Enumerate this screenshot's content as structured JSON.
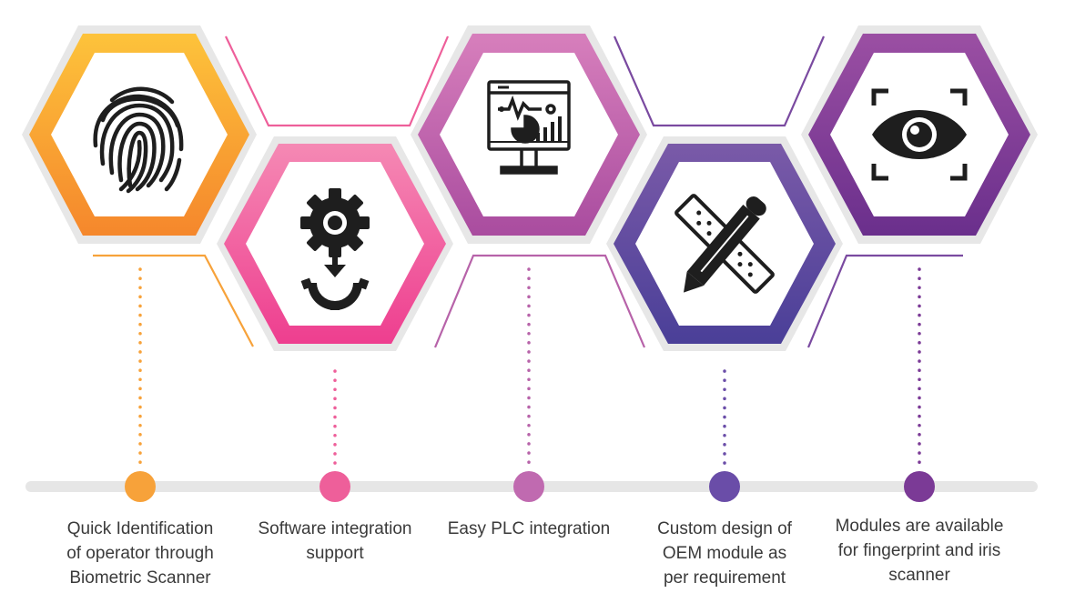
{
  "steps": [
    {
      "caption": "Quick Identification\nof operator through\nBiometric Scanner",
      "icon": "fingerprint-icon",
      "color_from": "#fdc33b",
      "color_to": "#f5872c",
      "dot": "#f7a23a"
    },
    {
      "caption": "Software integration\nsupport",
      "icon": "gear-icon",
      "color_from": "#f589b4",
      "color_to": "#ee3e8f",
      "dot": "#ee5f9a"
    },
    {
      "caption": "Easy PLC integration",
      "icon": "monitor-dashboard-icon",
      "color_from": "#d77fbc",
      "color_to": "#a94c9f",
      "dot": "#c06ab0"
    },
    {
      "caption": "Custom design of\nOEM module as\nper requirement",
      "icon": "pencil-ruler-icon",
      "color_from": "#7a5aa8",
      "color_to": "#4a3f98",
      "dot": "#6a4da8"
    },
    {
      "caption": "Modules are available\nfor fingerprint and iris\nscanner",
      "icon": "eye-scan-icon",
      "color_from": "#9b4fa3",
      "color_to": "#6a2f8c",
      "dot": "#7b3a96"
    }
  ],
  "timeline_color": "#e6e6e6",
  "connector_colors": [
    "#f7a23a",
    "#ee5f9a",
    "#b763a9",
    "#7a4aa0"
  ]
}
